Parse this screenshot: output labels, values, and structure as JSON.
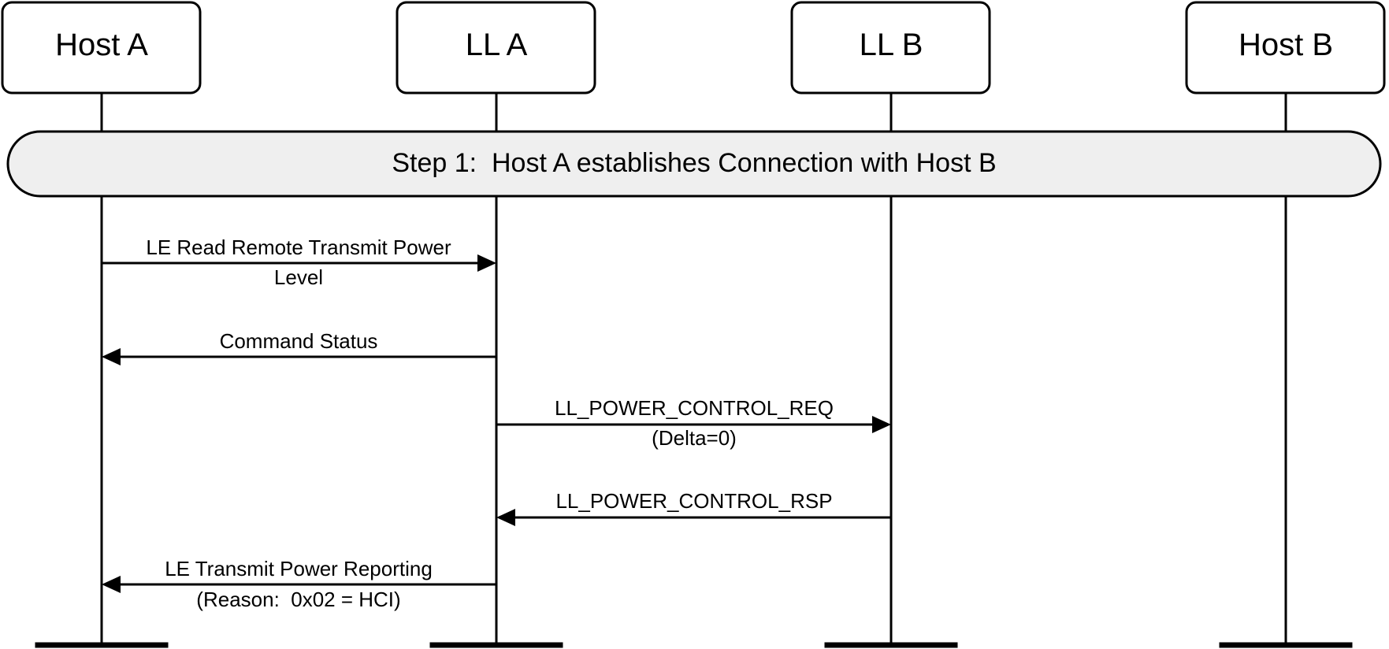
{
  "participants": [
    {
      "name": "Host A"
    },
    {
      "name": "LL A"
    },
    {
      "name": "LL B"
    },
    {
      "name": "Host B"
    }
  ],
  "step": {
    "label": "Step 1:  Host A establishes Connection with Host B"
  },
  "messages": [
    {
      "from": 0,
      "to": 1,
      "lines": [
        "LE Read Remote Transmit Power",
        "Level"
      ]
    },
    {
      "from": 1,
      "to": 0,
      "lines": [
        "Command Status"
      ]
    },
    {
      "from": 1,
      "to": 2,
      "lines": [
        "LL_POWER_CONTROL_REQ",
        "(Delta=0)"
      ]
    },
    {
      "from": 2,
      "to": 1,
      "lines": [
        "LL_POWER_CONTROL_RSP"
      ]
    },
    {
      "from": 1,
      "to": 0,
      "lines": [
        "LE Transmit Power Reporting",
        "(Reason:  0x02 = HCI)"
      ]
    }
  ],
  "colors": {
    "line": "#000000",
    "box_fill": "#ffffff",
    "step_fill": "#efefef"
  }
}
